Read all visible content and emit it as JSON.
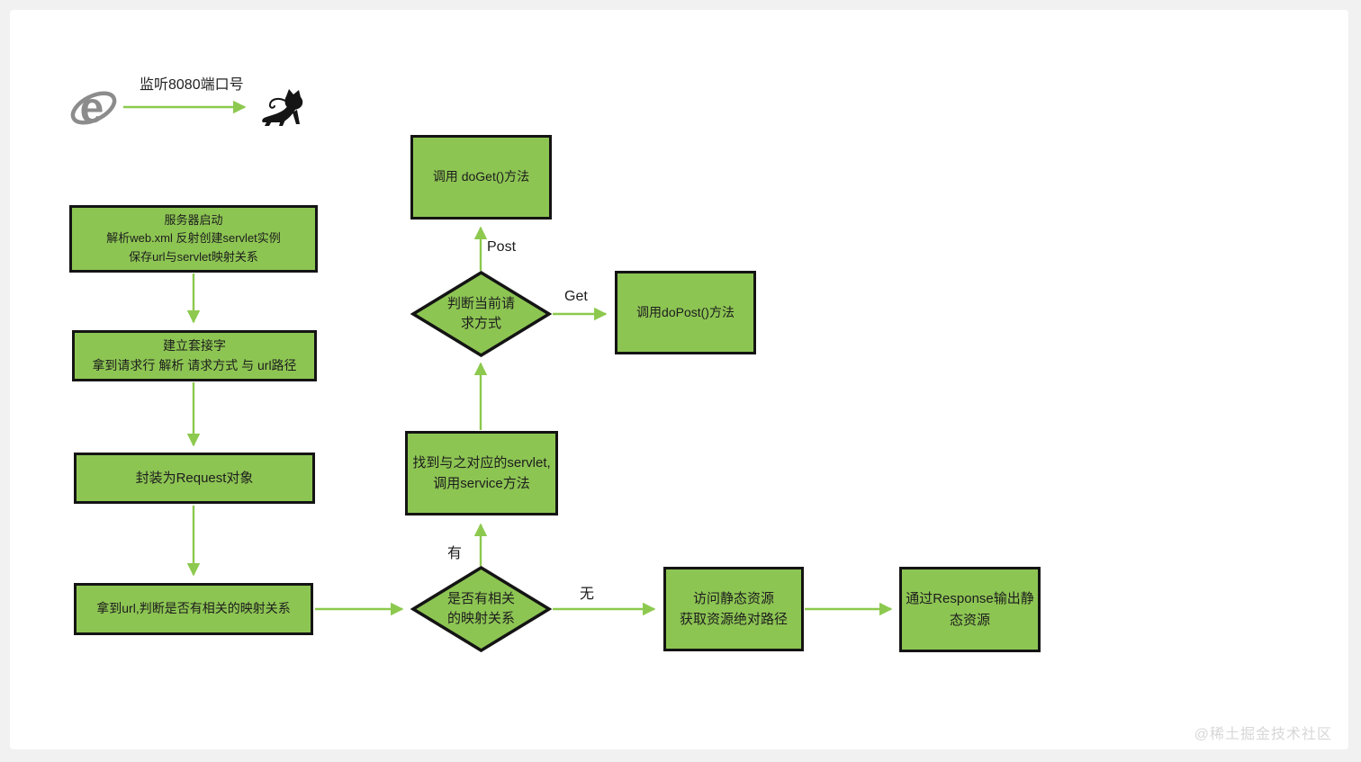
{
  "flow": {
    "listen_label": "监听8080端口号",
    "nodes": {
      "server_start": {
        "lines": [
          "服务器启动",
          "解析web.xml 反射创建servlet实例",
          "保存url与servlet映射关系"
        ]
      },
      "socket": {
        "lines": [
          "建立套接字",
          "拿到请求行 解析 请求方式 与 url路径"
        ]
      },
      "request_obj": {
        "lines": [
          "封装为Request对象"
        ]
      },
      "check_url": {
        "lines": [
          "拿到url,判断是否有相关的映射关系"
        ]
      },
      "has_mapping_decision": {
        "lines": [
          "是否有相关",
          "的映射关系"
        ]
      },
      "find_servlet": {
        "lines": [
          "找到与之对应的servlet,",
          "调用service方法"
        ]
      },
      "judge_method_decision": {
        "lines": [
          "判断当前请",
          "求方式"
        ]
      },
      "do_get": {
        "lines": [
          "调用 doGet()方法"
        ]
      },
      "do_post": {
        "lines": [
          "调用doPost()方法"
        ]
      },
      "static_resource": {
        "lines": [
          "访问静态资源",
          "获取资源绝对路径"
        ]
      },
      "response_output": {
        "lines": [
          "通过Response输出静",
          "态资源"
        ]
      }
    },
    "edge_labels": {
      "post": "Post",
      "get": "Get",
      "yes": "有",
      "no": "无"
    },
    "icons": {
      "browser": "ie-browser-icon",
      "server": "tomcat-cat-icon"
    },
    "colors": {
      "node_fill": "#8dc553",
      "node_border": "#141414",
      "arrow": "#8cc94e",
      "canvas_frame": "#f1f1f2",
      "card_background": "#ffffff",
      "watermark_text": "#d7d7d7"
    }
  },
  "watermark": "@稀土掘金技术社区"
}
